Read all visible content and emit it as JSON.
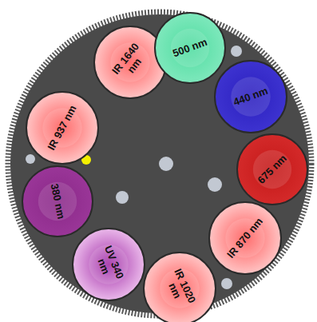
{
  "diagram": {
    "nodes": [
      {
        "text": [
          "IR 1640 nm"
        ]
      },
      {
        "text": [
          "500 nm"
        ]
      },
      {
        "text": [
          "440 nm"
        ]
      },
      {
        "text": [
          "IR 937 nm"
        ]
      },
      {
        "text": [
          "675 nm"
        ]
      },
      {
        "text": [
          "380 nm"
        ]
      },
      {
        "text": [
          "IR 870 nm"
        ]
      },
      {
        "text": [
          "UV 340 nm"
        ]
      },
      {
        "text": [
          "IR 1020 nm"
        ]
      }
    ]
  }
}
